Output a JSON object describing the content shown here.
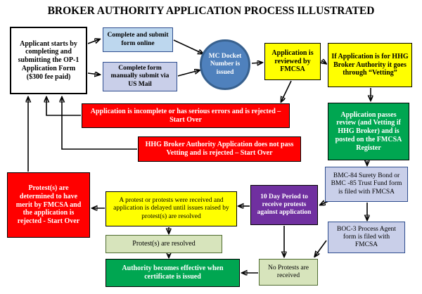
{
  "title": "BROKER AUTHORITY APPLICATION PROCESS ILLUSTRATED",
  "nodes": {
    "start": {
      "text": "Applicant starts by completing and submitting the OP-1 Application Form ($300 fee paid)"
    },
    "online": {
      "text": "Complete and submit form online"
    },
    "mail": {
      "text": "Complete form manually submit via US Mail"
    },
    "docket": {
      "text": "MC Docket Number is issued"
    },
    "review": {
      "text": "Application is reviewed by FMCSA"
    },
    "vetting": {
      "text": "If Application is for HHG Broker Authority it goes through “Vetting”"
    },
    "rejected_errors": {
      "text": "Application is incomplete or has serious errors and is rejected – Start Over"
    },
    "rejected_vetting": {
      "text": "HHG Broker Authority Application does not pass Vetting and is rejected – Start Over"
    },
    "passes": {
      "text": "Application passes review (and Vetting if HHG Broker) and is posted on the FMCSA Register"
    },
    "bmc": {
      "text": "BMC-84 Surety Bond or BMC -85 Trust Fund form is filed with FMCSA"
    },
    "boc": {
      "text": "BOC-3 Process Agent form is filed with FMCSA"
    },
    "protest_period": {
      "text": "10 Day Period to receive protests against application"
    },
    "protest_received": {
      "text": "A protest or protests were received and application is delayed until issues raised by protest(s) are resolved"
    },
    "protest_merit": {
      "text": "Protest(s) are determined to have merit by FMCSA and the application is rejected - Start Over"
    },
    "protest_resolved": {
      "text": "Protest(s) are resolved"
    },
    "effective": {
      "text": "Authority becomes effective when certificate is issued"
    },
    "no_protests": {
      "text": "No Protests are received"
    }
  },
  "colors": {
    "reject_red": "#ff0000",
    "process_yellow": "#ffff00",
    "success_green": "#00a651",
    "period_purple": "#7030a0",
    "docket_blue": "#4f81bd",
    "online_blue": "#bdd7ee",
    "form_periwinkle": "#c9cfe9",
    "resolved_pale_green": "#d7e4bc"
  }
}
